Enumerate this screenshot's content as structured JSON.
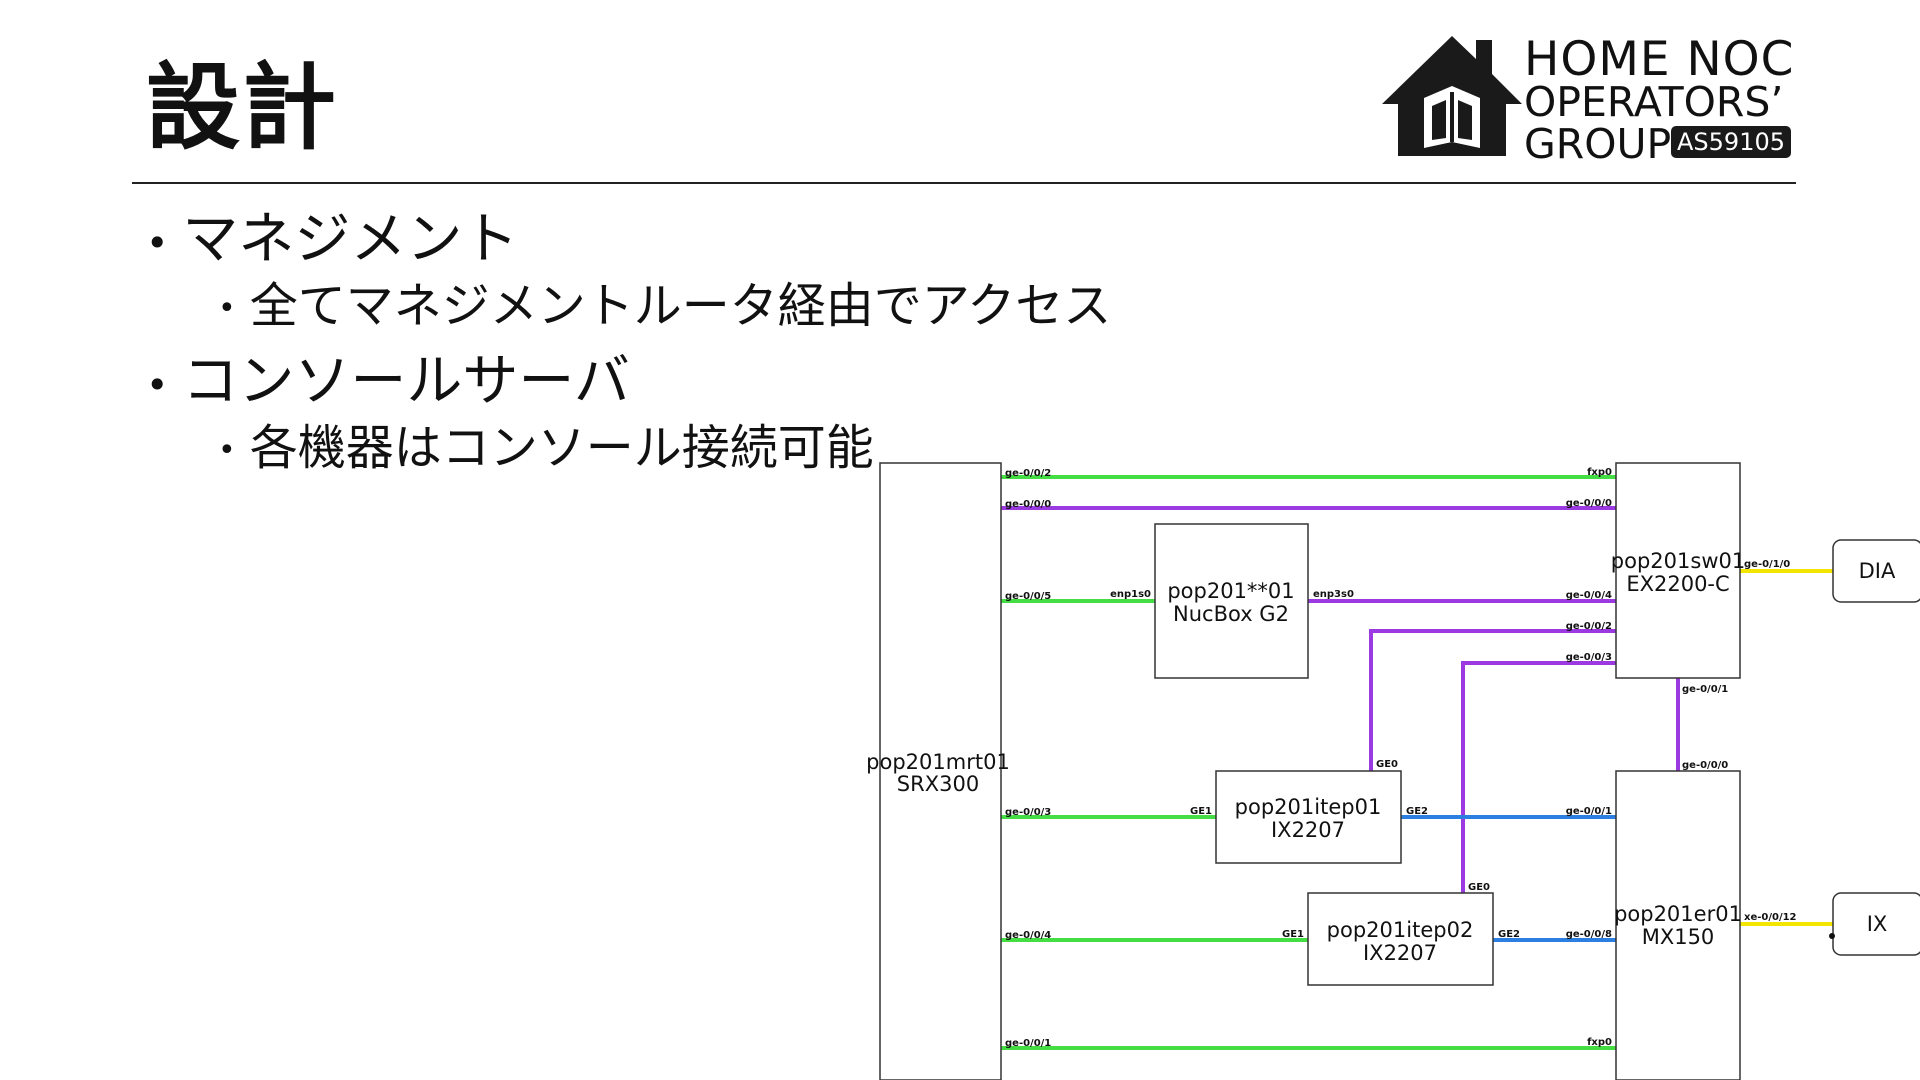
{
  "slide": {
    "title": "設計",
    "bullets": [
      {
        "text": "マネジメント",
        "sub": [
          "全てマネジメントルータ経由でアクセス"
        ]
      },
      {
        "text": "コンソールサーバ",
        "sub": [
          "各機器はコンソール接続可能"
        ]
      }
    ]
  },
  "logo": {
    "line1": "HOME NOC",
    "line2": "OPERATORS’",
    "line3": "GROUP",
    "as_badge": "AS59105"
  },
  "colors": {
    "green": "#44dd44",
    "purple": "#9b3ae0",
    "blue": "#2a7fe0",
    "yellow": "#f2e600",
    "box": "#333333"
  },
  "diagram": {
    "nodes": {
      "mrt": {
        "name": "pop201mrt01",
        "model": "SRX300"
      },
      "nuc": {
        "name": "pop201**01",
        "model": "NucBox G2"
      },
      "sw": {
        "name": "pop201sw01",
        "model": "EX2200-C"
      },
      "er": {
        "name": "pop201er01",
        "model": "MX150"
      },
      "itep1": {
        "name": "pop201itep01",
        "model": "IX2207"
      },
      "itep2": {
        "name": "pop201itep02",
        "model": "IX2207"
      },
      "dia": {
        "name": "DIA"
      },
      "ix": {
        "name": "IX"
      }
    },
    "ports": {
      "mrt_ge002": "ge-0/0/2",
      "mrt_ge000": "ge-0/0/0",
      "mrt_ge005": "ge-0/0/5",
      "mrt_ge003": "ge-0/0/3",
      "mrt_ge004": "ge-0/0/4",
      "mrt_ge001": "ge-0/0/1",
      "sw_fxp0": "fxp0",
      "sw_ge000": "ge-0/0/0",
      "sw_ge004": "ge-0/0/4",
      "sw_ge002": "ge-0/0/2",
      "sw_ge003": "ge-0/0/3",
      "sw_ge001": "ge-0/0/1",
      "sw_ge010": "ge-0/1/0",
      "nuc_enp1s0": "enp1s0",
      "nuc_enp3s0": "enp3s0",
      "er_ge000": "ge-0/0/0",
      "er_ge001": "ge-0/0/1",
      "er_ge008": "ge-0/0/8",
      "er_fxp0": "fxp0",
      "er_xe0012": "xe-0/0/12",
      "itep1_ge0": "GE0",
      "itep1_ge1": "GE1",
      "itep1_ge2": "GE2",
      "itep2_ge0": "GE0",
      "itep2_ge1": "GE1",
      "itep2_ge2": "GE2"
    }
  }
}
